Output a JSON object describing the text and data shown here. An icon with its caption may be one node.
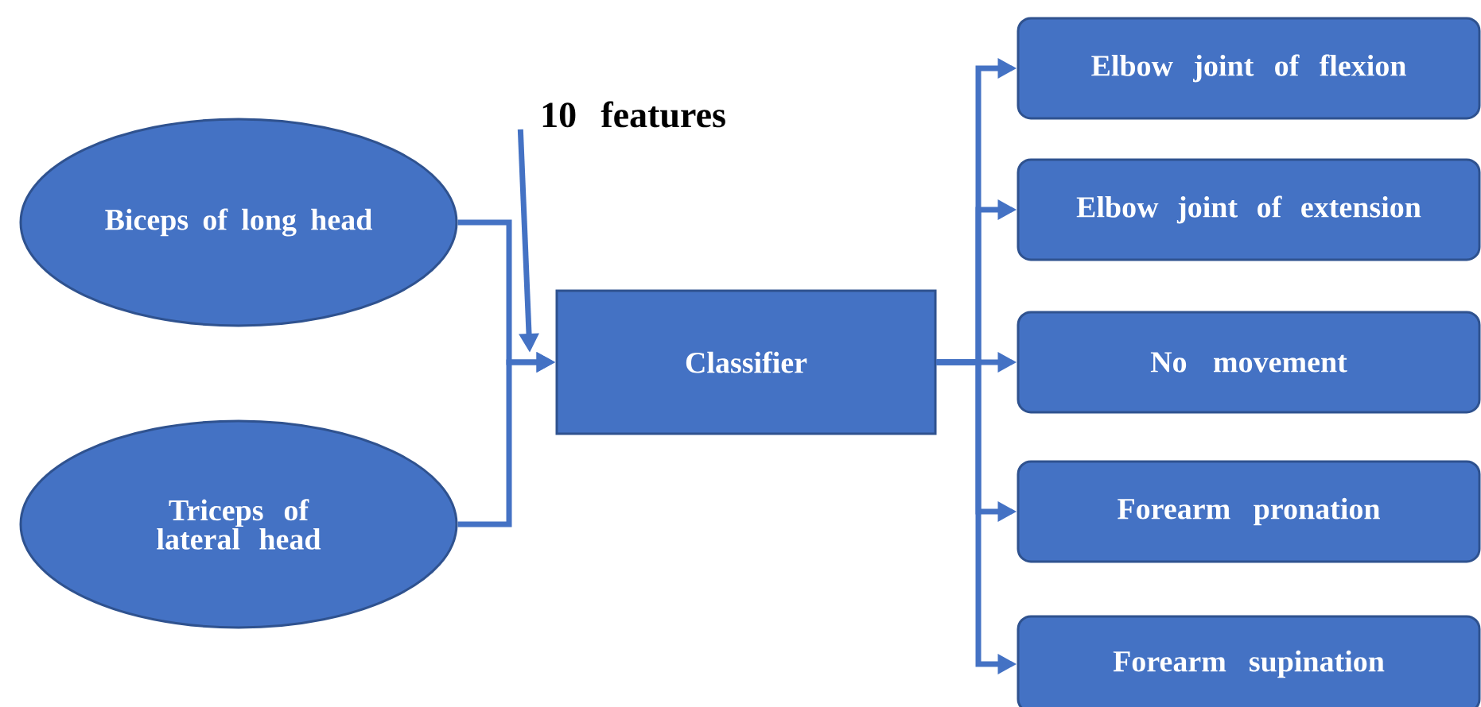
{
  "diagram": {
    "nodes": [
      {
        "text": [
          "Biceps of long head"
        ]
      },
      {
        "text": [
          "Triceps of lateral head"
        ]
      },
      {
        "text": [
          "Classifier"
        ]
      },
      {
        "text": [
          "Elbow joint of flexion"
        ]
      },
      {
        "text": [
          "Elbow joint of extension"
        ]
      },
      {
        "text": [
          "No movement"
        ]
      },
      {
        "text": [
          "Forearm pronation"
        ]
      },
      {
        "text": [
          "Forearm supination"
        ]
      },
      {
        "text": [
          "10 features"
        ]
      }
    ],
    "edges": [
      {
        "from": 0,
        "to": 2,
        "arrow": "to"
      },
      {
        "from": 1,
        "to": 2,
        "arrow": "to"
      },
      {
        "from": 2,
        "to": 3,
        "arrow": "to"
      },
      {
        "from": 2,
        "to": 4,
        "arrow": "to"
      },
      {
        "from": 2,
        "to": 5,
        "arrow": "to"
      },
      {
        "from": 2,
        "to": 6,
        "arrow": "to"
      },
      {
        "from": 2,
        "to": 7,
        "arrow": "to"
      },
      {
        "from": 8,
        "to": null,
        "arrow": "to"
      }
    ]
  }
}
